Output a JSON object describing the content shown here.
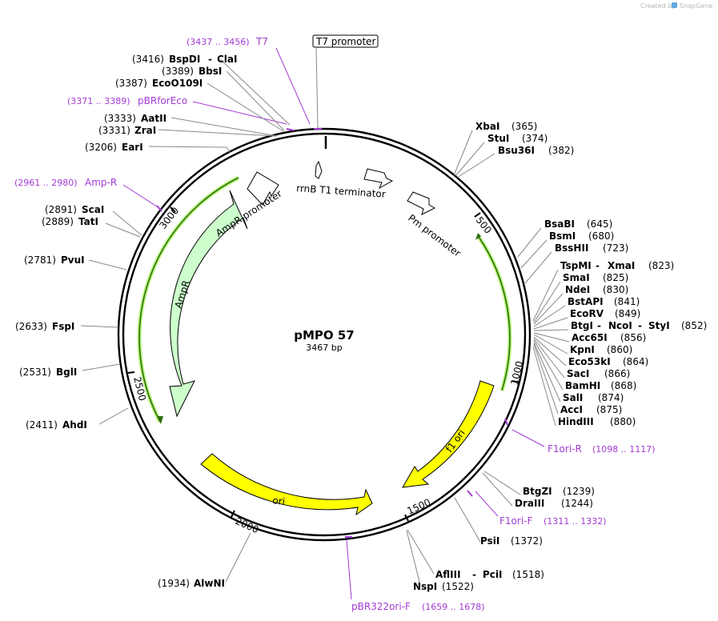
{
  "credit": {
    "prefix": "Created by",
    "brand": "SnapGene"
  },
  "plasmid": {
    "name": "pMPO 57",
    "size_label": "3467 bp",
    "length": 3467
  },
  "ticks": [
    {
      "pos": 500,
      "label": "500"
    },
    {
      "pos": 1000,
      "label": "1000"
    },
    {
      "pos": 1500,
      "label": "1500"
    },
    {
      "pos": 2000,
      "label": "2000"
    },
    {
      "pos": 2500,
      "label": "2500"
    },
    {
      "pos": 3000,
      "label": "3000"
    }
  ],
  "features": [
    {
      "name": "rrnB T1 terminator",
      "type": "terminator",
      "color": "#ffffff"
    },
    {
      "name": "Pm promoter",
      "type": "promoter",
      "color": "#ffffff"
    },
    {
      "name": "AmpR promoter",
      "type": "promoter",
      "color": "#ffffff"
    },
    {
      "name": "AmpR",
      "type": "cds",
      "color": "#ccffcc"
    },
    {
      "name": "f1 ori",
      "type": "origin",
      "color": "#ffff00"
    },
    {
      "name": "ori",
      "type": "origin",
      "color": "#ffff00"
    },
    {
      "name": "T7 promoter",
      "type": "boxed",
      "color": "#ffffff"
    }
  ],
  "sites": [
    {
      "name": "XbaI",
      "pos": "(365)"
    },
    {
      "name": "StuI",
      "pos": "(374)"
    },
    {
      "name": "Bsu36I",
      "pos": "(382)"
    },
    {
      "name": "BsaBI",
      "pos": "(645)"
    },
    {
      "name": "BsmI",
      "pos": "(680)"
    },
    {
      "name": "BssHII",
      "pos": "(723)"
    },
    {
      "name": "TspMI",
      "name2": "XmaI",
      "pos": "(823)"
    },
    {
      "name": "SmaI",
      "pos": "(825)"
    },
    {
      "name": "NdeI",
      "pos": "(830)"
    },
    {
      "name": "BstAPI",
      "pos": "(841)"
    },
    {
      "name": "EcoRV",
      "pos": "(849)"
    },
    {
      "name": "BtgI",
      "name2": "NcoI",
      "name3": "StyI",
      "pos": "(852)"
    },
    {
      "name": "Acc65I",
      "pos": "(856)"
    },
    {
      "name": "KpnI",
      "pos": "(860)"
    },
    {
      "name": "Eco53kI",
      "pos": "(864)"
    },
    {
      "name": "SacI",
      "pos": "(866)"
    },
    {
      "name": "BamHI",
      "pos": "(868)"
    },
    {
      "name": "SalI",
      "pos": "(874)"
    },
    {
      "name": "AccI",
      "pos": "(875)"
    },
    {
      "name": "HindIII",
      "pos": "(880)"
    },
    {
      "name": "BtgZI",
      "pos": "(1239)"
    },
    {
      "name": "DraIII",
      "pos": "(1244)"
    },
    {
      "name": "PsiI",
      "pos": "(1372)"
    },
    {
      "name": "AflIII",
      "name2": "PciI",
      "pos": "(1518)"
    },
    {
      "name": "NspI",
      "pos": "(1522)"
    },
    {
      "name": "AlwNI",
      "pos": "(1934)"
    },
    {
      "name": "AhdI",
      "pos": "(2411)"
    },
    {
      "name": "BglI",
      "pos": "(2531)"
    },
    {
      "name": "FspI",
      "pos": "(2633)"
    },
    {
      "name": "PvuI",
      "pos": "(2781)"
    },
    {
      "name": "TatI",
      "pos": "(2889)"
    },
    {
      "name": "ScaI",
      "pos": "(2891)"
    },
    {
      "name": "EarI",
      "pos": "(3206)"
    },
    {
      "name": "ZraI",
      "pos": "(3331)"
    },
    {
      "name": "AatII",
      "pos": "(3333)"
    },
    {
      "name": "EcoO109I",
      "pos": "(3387)"
    },
    {
      "name": "BbsI",
      "pos": "(3389)"
    },
    {
      "name": "BspDI",
      "name2": "ClaI",
      "pos": "(3416)"
    }
  ],
  "primers": [
    {
      "name": "T7",
      "range": "(3437 .. 3456)"
    },
    {
      "name": "pBRforEco",
      "range": "(3371 .. 3389)"
    },
    {
      "name": "Amp-R",
      "range": "(2961 .. 2980)"
    },
    {
      "name": "F1ori-R",
      "range": "(1098 .. 1117)"
    },
    {
      "name": "F1ori-F",
      "range": "(1311 .. 1332)"
    },
    {
      "name": "pBR322ori-F",
      "range": "(1659 .. 1678)"
    }
  ],
  "colors": {
    "primer": "#a23bd3",
    "ring": "#000000",
    "leader": "#888888",
    "cds_fill": "#ccffcc",
    "origin_fill": "#ffff00",
    "orf_line": "#2f6e10",
    "orf_halo": "#b6f57a"
  }
}
